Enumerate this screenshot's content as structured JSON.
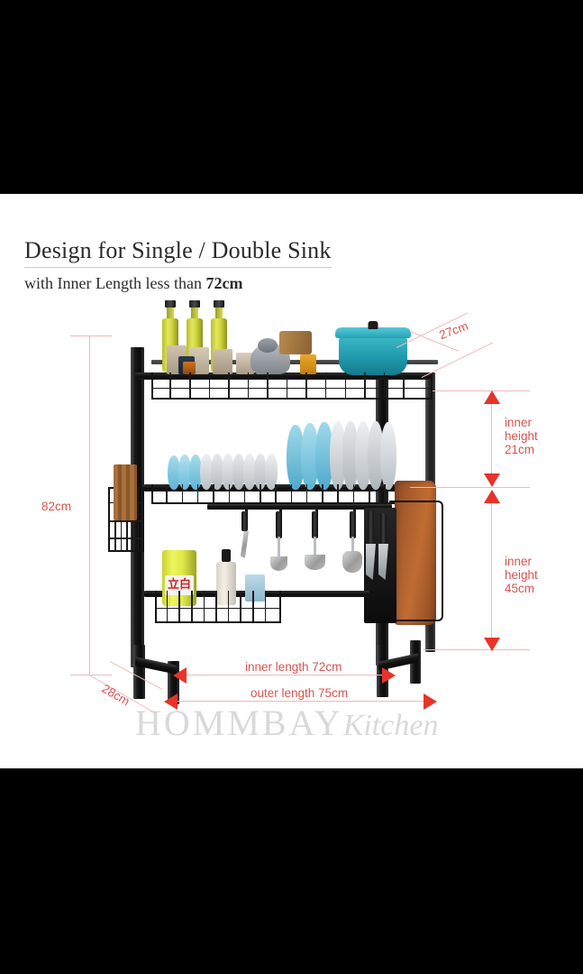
{
  "page": {
    "background_color": "#000000",
    "panel_color": "#ffffff"
  },
  "heading": {
    "line1": "Design for Single / Double Sink",
    "line2_prefix": "with Inner Length less than ",
    "line2_value": "72cm"
  },
  "watermark": {
    "brand": "HOMMBAY",
    "suffix": "Kitchen"
  },
  "dimensions": {
    "total_height": "82cm",
    "depth_top": "27cm",
    "depth_base": "28cm",
    "inner_height_upper": "inner height 21cm",
    "inner_height_lower": "inner height 45cm",
    "inner_length": "inner length 72cm",
    "outer_length": "outer length 75cm",
    "line_color": "#efb9b9",
    "arrow_color": "#e8332a",
    "text_color": "#d9534f"
  },
  "product": {
    "frame_color": "#111111",
    "shelves": [
      {
        "name": "top-shelf-basket",
        "contents": "oil bottles, spice jars, teal dutch oven pot"
      },
      {
        "name": "middle-dish-rack",
        "contents": "blue and white plates and bowls"
      },
      {
        "name": "bottom-basket",
        "contents": "detergent bottle, soap pump, sponge"
      }
    ],
    "accessories": [
      {
        "name": "side-utensil-basket",
        "label": "utensil holder"
      },
      {
        "name": "cutting-board-holder",
        "label": "wooden cutting board"
      },
      {
        "name": "knife-block",
        "label": "knife slot"
      },
      {
        "name": "utensil-hook-rail",
        "label": "hanging utensils"
      }
    ],
    "detergent_label": "立白"
  }
}
